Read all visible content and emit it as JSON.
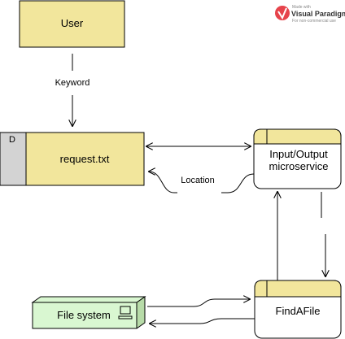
{
  "watermark": {
    "line1": "Made with",
    "brand": "Visual Paradigm",
    "line3": "For non-commercial use"
  },
  "nodes": {
    "user": {
      "label": "User"
    },
    "request": {
      "tag": "D",
      "label": "request.txt"
    },
    "io": {
      "label_line1": "Input/Output",
      "label_line2": "microservice"
    },
    "findafile": {
      "label": "FindAFile"
    },
    "filesystem": {
      "label": "File system",
      "icon": "computer-icon"
    }
  },
  "flows": {
    "keyword": "Keyword",
    "location": "Location"
  },
  "colors": {
    "entity_fill": "#f2e69c",
    "process_band": "#f2e69c",
    "tag_fill": "#d3d3d3",
    "filesystem_fill": "#d9f7d1",
    "filesystem_side": "#b7dba8",
    "stroke": "#000000"
  }
}
